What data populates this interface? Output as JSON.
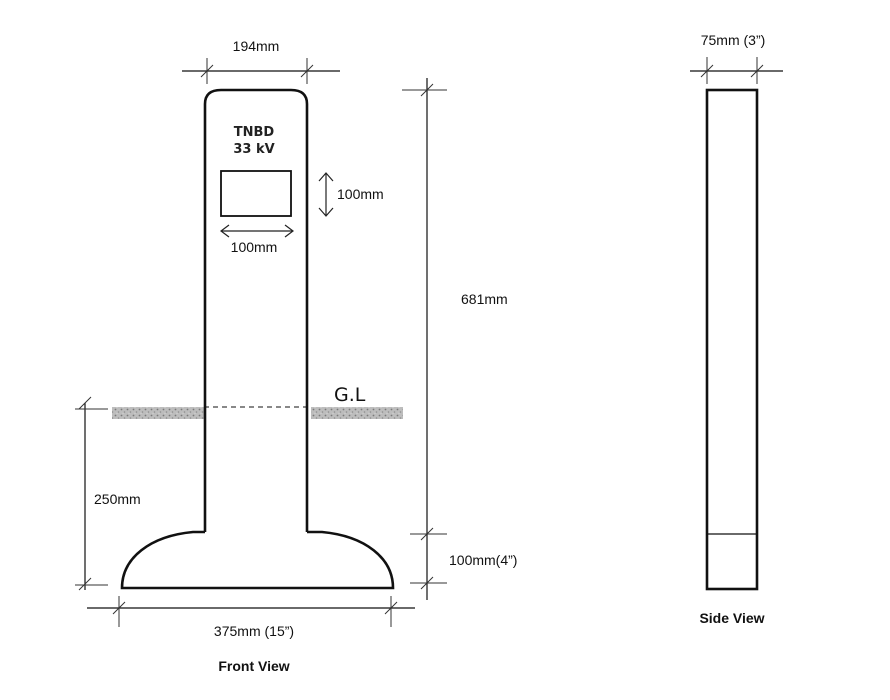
{
  "front_view": {
    "caption": "Front View",
    "marker_line1": "TNBD",
    "marker_line2": "33 kV",
    "ground_label": "G.L",
    "dimensions": {
      "top_width": "194mm",
      "plate_height": "100mm",
      "plate_width": "100mm",
      "total_height": "681mm",
      "buried_depth": "250mm",
      "base_height": "100mm(4”)",
      "base_width": "375mm (15”)"
    }
  },
  "side_view": {
    "caption": "Side View",
    "dimensions": {
      "thickness": "75mm (3”)"
    }
  }
}
